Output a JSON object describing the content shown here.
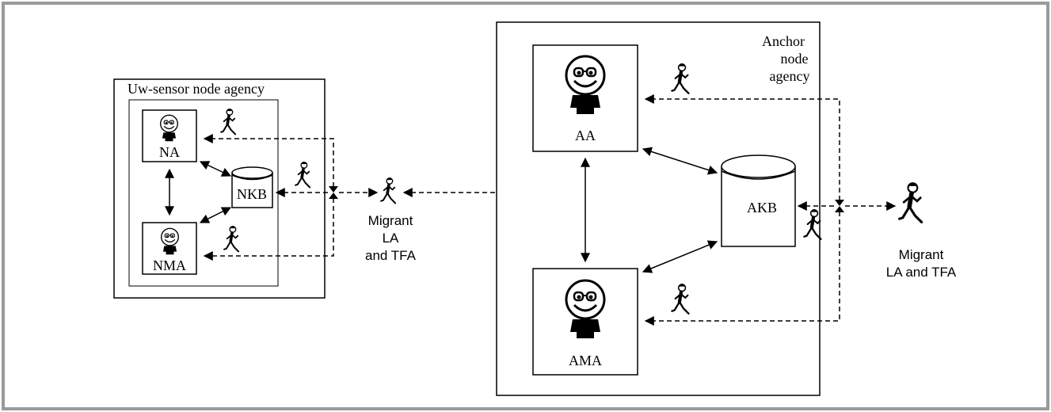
{
  "uw_agency": {
    "label": "Uw-sensor node agency",
    "na": "NA",
    "nma": "NMA",
    "nkb": "NKB"
  },
  "anchor_agency": {
    "label_line1": "Anchor",
    "label_line2": "node",
    "label_line3": "agency",
    "aa": "AA",
    "ama": "AMA",
    "akb": "AKB"
  },
  "migrant_left": {
    "line1": "Migrant",
    "line2": "LA",
    "line3": "and TFA"
  },
  "migrant_right": {
    "line1": "Migrant",
    "line2": "LA and TFA"
  },
  "colors": {
    "frame": "#9a9a9a",
    "stroke": "#000000"
  }
}
